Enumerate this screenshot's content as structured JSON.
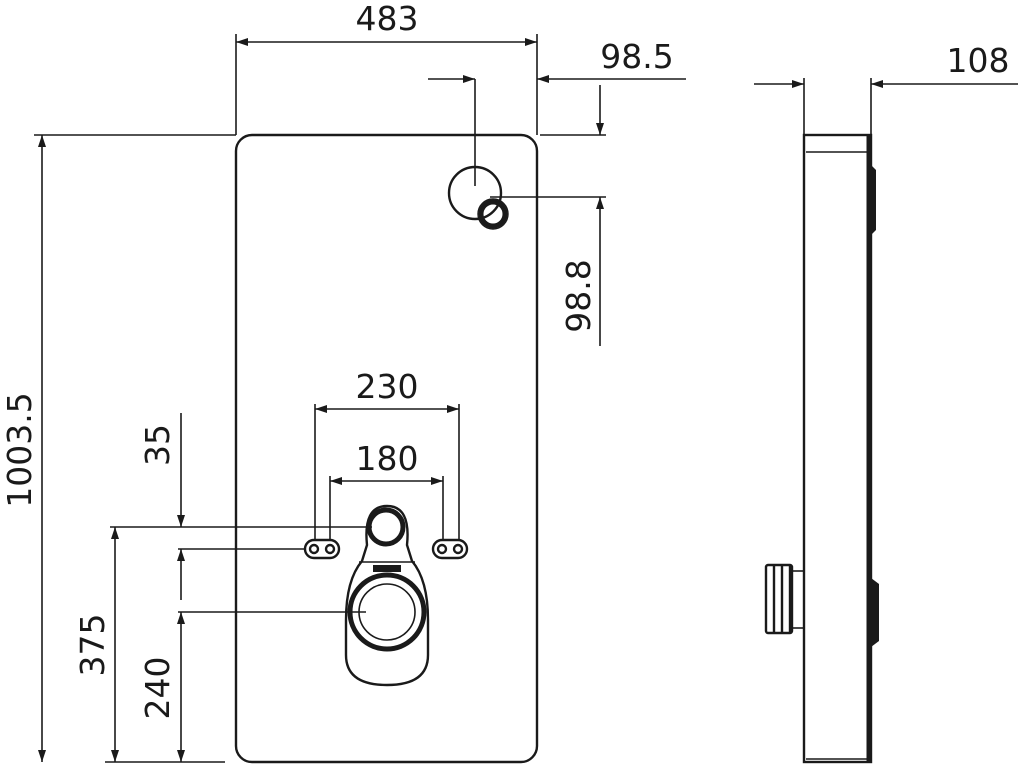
{
  "dimensions": {
    "width": "483",
    "button_offset_x": "98.5",
    "button_offset_y": "98.8",
    "height": "1003.5",
    "bolt_spacing_outer": "230",
    "bolt_spacing_inner": "180",
    "bolt_to_inlet": "35",
    "inlet_height": "375",
    "outlet_height": "240",
    "depth": "108"
  },
  "colors": {
    "line": "#1a1a1a",
    "background": "#ffffff"
  }
}
